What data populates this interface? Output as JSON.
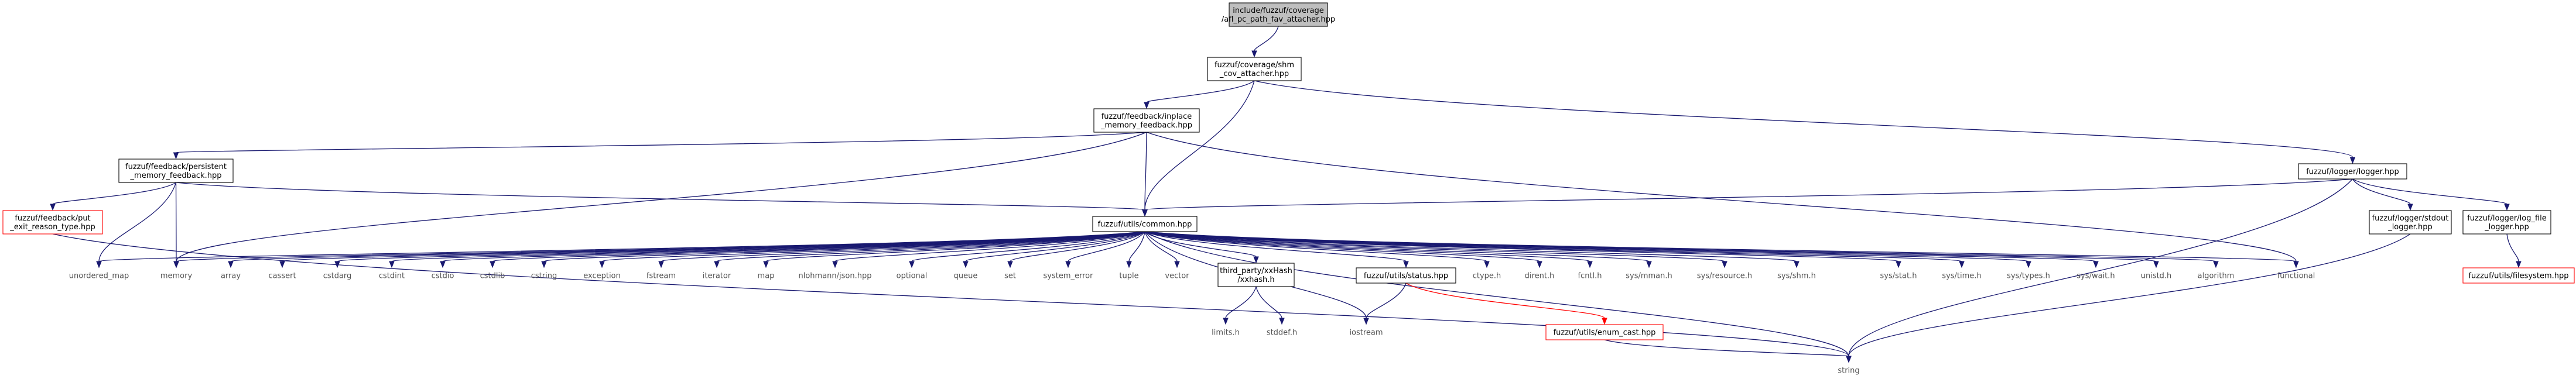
{
  "colors": {
    "edge": "#191970",
    "edge_highlight": "#ff0000",
    "root_fill": "#bfbfbf",
    "node_border": "#000000",
    "incomplete_node_border": "#ff0000",
    "system_header_text": "#555555"
  },
  "nodes": [
    {
      "id": "root",
      "lines": [
        "include/fuzzuf/coverage",
        "/afl_pc_path_fav_attacher.hpp"
      ],
      "kind": "root"
    },
    {
      "id": "shm_cov",
      "lines": [
        "fuzzuf/coverage/shm",
        "_cov_attacher.hpp"
      ],
      "kind": "normal"
    },
    {
      "id": "inplace",
      "lines": [
        "fuzzuf/feedback/inplace",
        "_memory_feedback.hpp"
      ],
      "kind": "normal"
    },
    {
      "id": "persistent",
      "lines": [
        "fuzzuf/feedback/persistent",
        "_memory_feedback.hpp"
      ],
      "kind": "normal"
    },
    {
      "id": "logger",
      "lines": [
        "fuzzuf/logger/logger.hpp"
      ],
      "kind": "normal"
    },
    {
      "id": "put_exit",
      "lines": [
        "fuzzuf/feedback/put",
        "_exit_reason_type.hpp"
      ],
      "kind": "incomplete"
    },
    {
      "id": "common",
      "lines": [
        "fuzzuf/utils/common.hpp"
      ],
      "kind": "normal"
    },
    {
      "id": "stdout_logger",
      "lines": [
        "fuzzuf/logger/stdout",
        "_logger.hpp"
      ],
      "kind": "normal"
    },
    {
      "id": "log_file",
      "lines": [
        "fuzzuf/logger/log_file",
        "_logger.hpp"
      ],
      "kind": "normal"
    },
    {
      "id": "filesystem",
      "lines": [
        "fuzzuf/utils/filesystem.hpp"
      ],
      "kind": "incomplete"
    },
    {
      "id": "unordered_map",
      "lines": [
        "unordered_map"
      ],
      "kind": "system"
    },
    {
      "id": "memory",
      "lines": [
        "memory"
      ],
      "kind": "system"
    },
    {
      "id": "array",
      "lines": [
        "array"
      ],
      "kind": "system"
    },
    {
      "id": "cassert",
      "lines": [
        "cassert"
      ],
      "kind": "system"
    },
    {
      "id": "cstdarg",
      "lines": [
        "cstdarg"
      ],
      "kind": "system"
    },
    {
      "id": "cstdint",
      "lines": [
        "cstdint"
      ],
      "kind": "system"
    },
    {
      "id": "cstdio",
      "lines": [
        "cstdio"
      ],
      "kind": "system"
    },
    {
      "id": "cstdlib",
      "lines": [
        "cstdlib"
      ],
      "kind": "system"
    },
    {
      "id": "cstring",
      "lines": [
        "cstring"
      ],
      "kind": "system"
    },
    {
      "id": "exception",
      "lines": [
        "exception"
      ],
      "kind": "system"
    },
    {
      "id": "fstream",
      "lines": [
        "fstream"
      ],
      "kind": "system"
    },
    {
      "id": "iterator",
      "lines": [
        "iterator"
      ],
      "kind": "system"
    },
    {
      "id": "map",
      "lines": [
        "map"
      ],
      "kind": "system"
    },
    {
      "id": "nlohmann",
      "lines": [
        "nlohmann/json.hpp"
      ],
      "kind": "system"
    },
    {
      "id": "optional",
      "lines": [
        "optional"
      ],
      "kind": "system"
    },
    {
      "id": "queue",
      "lines": [
        "queue"
      ],
      "kind": "system"
    },
    {
      "id": "set",
      "lines": [
        "set"
      ],
      "kind": "system"
    },
    {
      "id": "system_error",
      "lines": [
        "system_error"
      ],
      "kind": "system"
    },
    {
      "id": "tuple",
      "lines": [
        "tuple"
      ],
      "kind": "system"
    },
    {
      "id": "vector",
      "lines": [
        "vector"
      ],
      "kind": "system"
    },
    {
      "id": "xxhash",
      "lines": [
        "third_party/xxHash",
        "/xxhash.h"
      ],
      "kind": "normal"
    },
    {
      "id": "status",
      "lines": [
        "fuzzuf/utils/status.hpp"
      ],
      "kind": "normal"
    },
    {
      "id": "ctype",
      "lines": [
        "ctype.h"
      ],
      "kind": "system"
    },
    {
      "id": "dirent",
      "lines": [
        "dirent.h"
      ],
      "kind": "system"
    },
    {
      "id": "fcntl",
      "lines": [
        "fcntl.h"
      ],
      "kind": "system"
    },
    {
      "id": "mman",
      "lines": [
        "sys/mman.h"
      ],
      "kind": "system"
    },
    {
      "id": "resource",
      "lines": [
        "sys/resource.h"
      ],
      "kind": "system"
    },
    {
      "id": "shm",
      "lines": [
        "sys/shm.h"
      ],
      "kind": "system"
    },
    {
      "id": "stat",
      "lines": [
        "sys/stat.h"
      ],
      "kind": "system"
    },
    {
      "id": "time",
      "lines": [
        "sys/time.h"
      ],
      "kind": "system"
    },
    {
      "id": "types",
      "lines": [
        "sys/types.h"
      ],
      "kind": "system"
    },
    {
      "id": "wait",
      "lines": [
        "sys/wait.h"
      ],
      "kind": "system"
    },
    {
      "id": "unistd",
      "lines": [
        "unistd.h"
      ],
      "kind": "system"
    },
    {
      "id": "algorithm",
      "lines": [
        "algorithm"
      ],
      "kind": "system"
    },
    {
      "id": "functional",
      "lines": [
        "functional"
      ],
      "kind": "system"
    },
    {
      "id": "limits",
      "lines": [
        "limits.h"
      ],
      "kind": "system"
    },
    {
      "id": "stddef",
      "lines": [
        "stddef.h"
      ],
      "kind": "system"
    },
    {
      "id": "iostream",
      "lines": [
        "iostream"
      ],
      "kind": "system"
    },
    {
      "id": "enum_cast",
      "lines": [
        "fuzzuf/utils/enum_cast.hpp"
      ],
      "kind": "incomplete"
    },
    {
      "id": "string",
      "lines": [
        "string"
      ],
      "kind": "system"
    }
  ],
  "edges": [
    [
      "root",
      "shm_cov"
    ],
    [
      "shm_cov",
      "inplace"
    ],
    [
      "shm_cov",
      "common"
    ],
    [
      "shm_cov",
      "logger"
    ],
    [
      "inplace",
      "persistent"
    ],
    [
      "inplace",
      "common"
    ],
    [
      "inplace",
      "memory"
    ],
    [
      "inplace",
      "functional"
    ],
    [
      "persistent",
      "put_exit"
    ],
    [
      "persistent",
      "common"
    ],
    [
      "persistent",
      "unordered_map"
    ],
    [
      "persistent",
      "memory"
    ],
    [
      "put_exit",
      "string"
    ],
    [
      "logger",
      "common"
    ],
    [
      "logger",
      "stdout_logger"
    ],
    [
      "logger",
      "log_file"
    ],
    [
      "logger",
      "string"
    ],
    [
      "stdout_logger",
      "string"
    ],
    [
      "log_file",
      "filesystem"
    ],
    [
      "common",
      "unordered_map"
    ],
    [
      "common",
      "memory"
    ],
    [
      "common",
      "array"
    ],
    [
      "common",
      "cassert"
    ],
    [
      "common",
      "cstdarg"
    ],
    [
      "common",
      "cstdint"
    ],
    [
      "common",
      "cstdio"
    ],
    [
      "common",
      "cstdlib"
    ],
    [
      "common",
      "cstring"
    ],
    [
      "common",
      "exception"
    ],
    [
      "common",
      "fstream"
    ],
    [
      "common",
      "iterator"
    ],
    [
      "common",
      "map"
    ],
    [
      "common",
      "nlohmann"
    ],
    [
      "common",
      "optional"
    ],
    [
      "common",
      "queue"
    ],
    [
      "common",
      "set"
    ],
    [
      "common",
      "system_error"
    ],
    [
      "common",
      "tuple"
    ],
    [
      "common",
      "vector"
    ],
    [
      "common",
      "xxhash"
    ],
    [
      "common",
      "status"
    ],
    [
      "common",
      "iostream"
    ],
    [
      "common",
      "string"
    ],
    [
      "common",
      "ctype"
    ],
    [
      "common",
      "dirent"
    ],
    [
      "common",
      "fcntl"
    ],
    [
      "common",
      "mman"
    ],
    [
      "common",
      "resource"
    ],
    [
      "common",
      "shm"
    ],
    [
      "common",
      "stat"
    ],
    [
      "common",
      "time"
    ],
    [
      "common",
      "types"
    ],
    [
      "common",
      "wait"
    ],
    [
      "common",
      "unistd"
    ],
    [
      "common",
      "algorithm"
    ],
    [
      "common",
      "functional"
    ],
    [
      "xxhash",
      "limits"
    ],
    [
      "xxhash",
      "stddef"
    ],
    [
      "status",
      "iostream"
    ],
    [
      "status",
      "enum_cast"
    ],
    [
      "enum_cast",
      "string"
    ]
  ]
}
